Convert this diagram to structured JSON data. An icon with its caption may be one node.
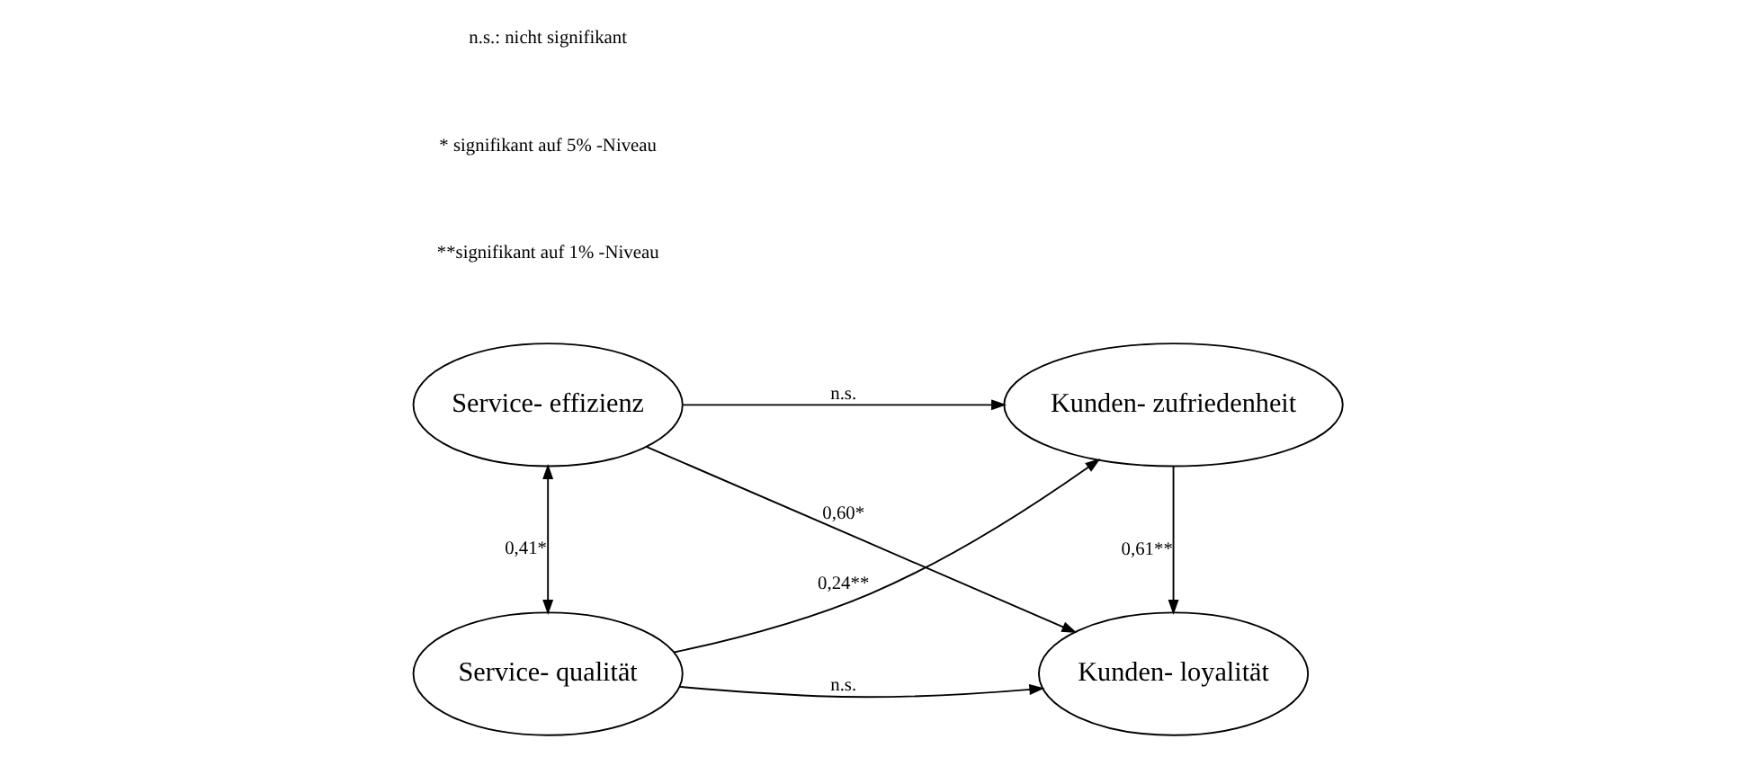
{
  "diagram": {
    "nodes": [
      {
        "text": [
          "Service- effizienz"
        ]
      },
      {
        "text": [
          "Kunden- zufriedenheit"
        ]
      },
      {
        "text": [
          "Service- qualität"
        ]
      },
      {
        "text": [
          "Kunden- loyalität"
        ]
      }
    ],
    "edges": [
      {
        "from": 0,
        "to": 1,
        "arrow": "to",
        "label": "n.s."
      },
      {
        "from": 0,
        "to": 2,
        "arrow": "both",
        "label": "0,41*"
      },
      {
        "from": 2,
        "to": 1,
        "arrow": "to",
        "label": "0,24**"
      },
      {
        "from": 0,
        "to": 3,
        "arrow": "to",
        "label": "0,60*"
      },
      {
        "from": 1,
        "to": 3,
        "arrow": "to",
        "label": "0,61**"
      },
      {
        "from": 2,
        "to": 3,
        "arrow": "to",
        "label": "n.s."
      }
    ],
    "labels": [
      "**signifikant auf 1% -Niveau",
      "* signifikant auf 5% -Niveau",
      "n.s.: nicht signifikant"
    ]
  }
}
